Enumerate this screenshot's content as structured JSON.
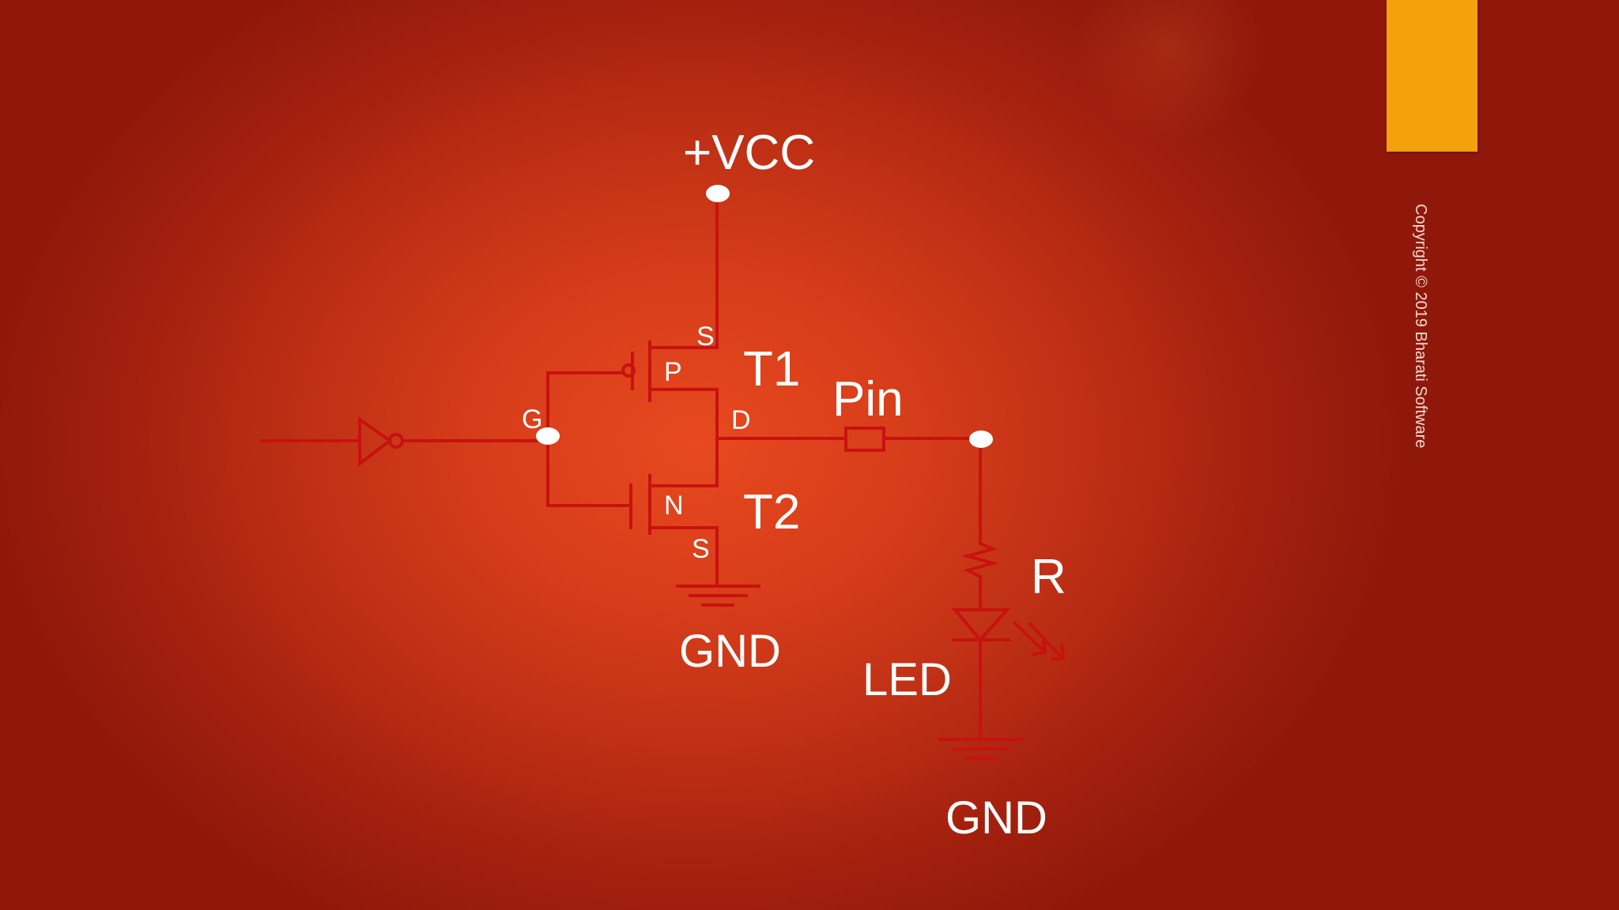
{
  "slide": {
    "copyright": "Copyright © 2019 Bharati Software"
  },
  "circuit": {
    "labels": {
      "vcc": "+VCC",
      "t1": "T1",
      "t2": "T2",
      "p": "P",
      "n": "N",
      "s_top": "S",
      "s_bottom": "S",
      "g": "G",
      "d": "D",
      "pin": "Pin",
      "r": "R",
      "led": "LED",
      "gnd_left": "GND",
      "gnd_right": "GND"
    }
  },
  "colors": {
    "background_center": "#e8491f",
    "background_edge": "#8f180b",
    "wire": "#c8120e",
    "accent_bar": "#f3a20c",
    "text": "#ffffff",
    "node": "#ffffff"
  }
}
